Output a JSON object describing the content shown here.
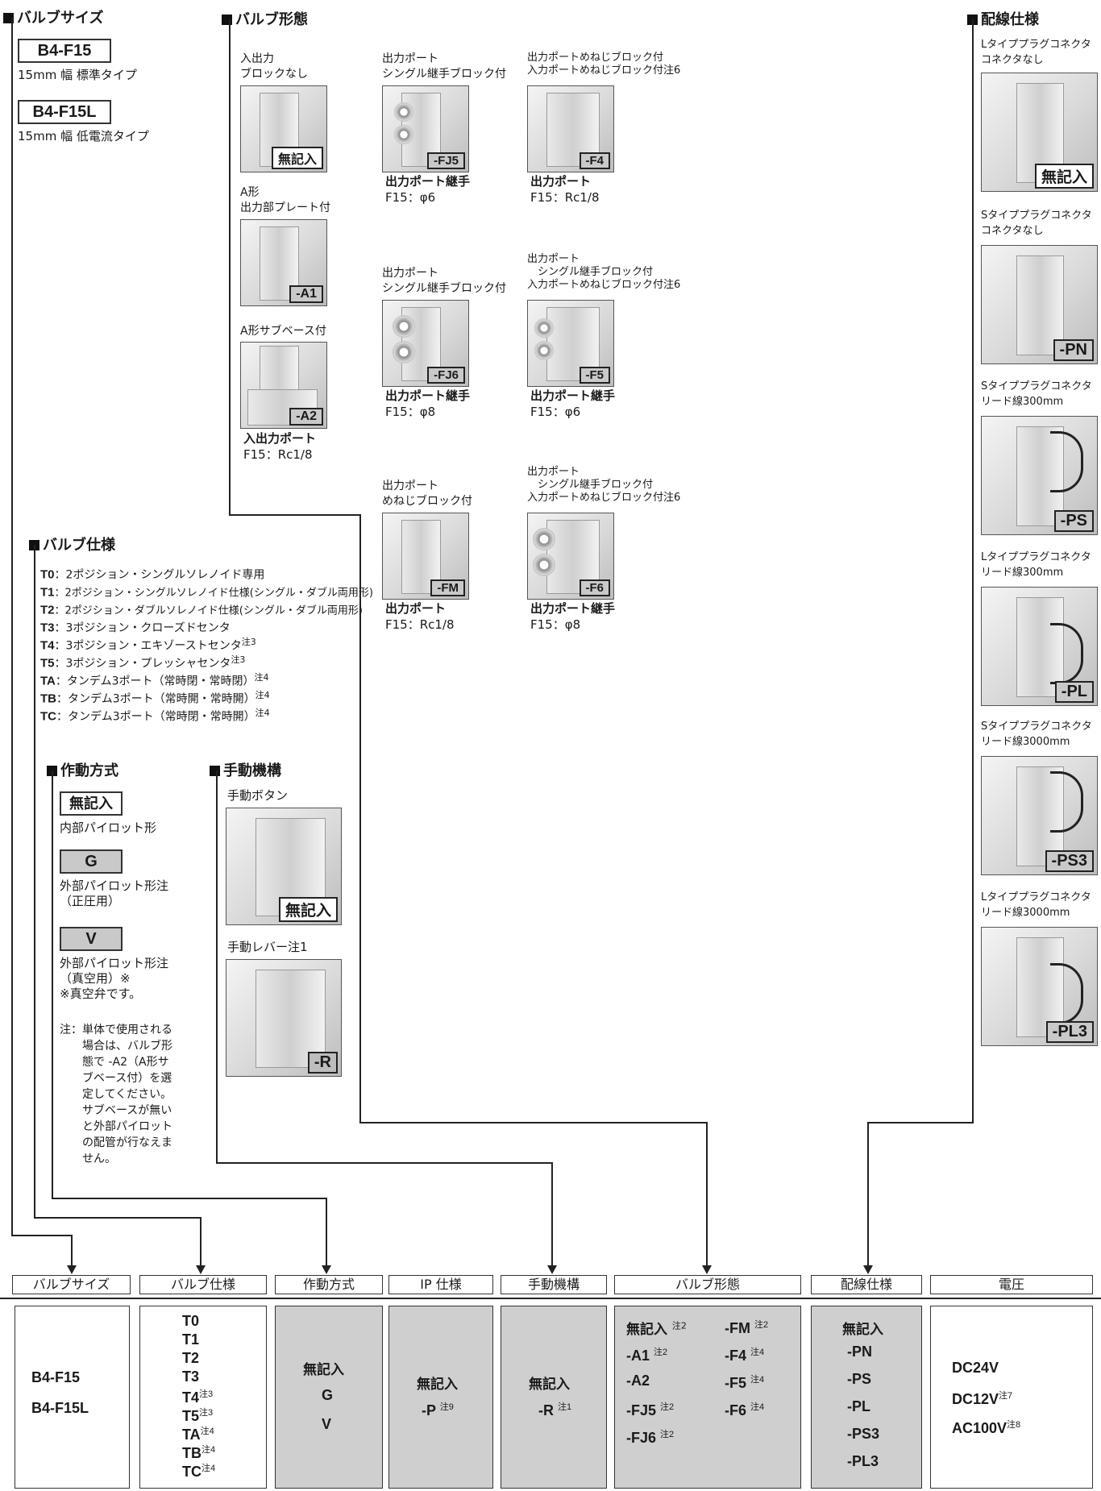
{
  "valve_size": {
    "title": "バルブサイズ",
    "items": [
      {
        "code": "B4-F15",
        "desc": "15mm 幅 標準タイプ"
      },
      {
        "code": "B4-F15L",
        "desc": "15mm 幅 低電流タイプ"
      }
    ]
  },
  "valve_form": {
    "title": "バルブ形態",
    "col1": [
      {
        "caption": "入出力\nブロックなし",
        "tag": "無記入"
      },
      {
        "caption": "A形\n出力部プレート付",
        "tag": "-A1"
      },
      {
        "caption": "A形サブベース付",
        "tag": "-A2",
        "port_label": "入出力ポート",
        "port_spec": "F15：Rc1/8"
      }
    ],
    "col2": [
      {
        "caption": "出力ポート\nシングル継手ブロック付",
        "tag": "-FJ5",
        "port_label": "出力ポート継手",
        "port_spec": "F15：φ6"
      },
      {
        "caption": "出力ポート\nシングル継手ブロック付",
        "tag": "-FJ6",
        "port_label": "出力ポート継手",
        "port_spec": "F15：φ8"
      },
      {
        "caption": "出力ポート\nめねじブロック付",
        "tag": "-FM",
        "port_label": "出力ポート",
        "port_spec": "F15：Rc1/8"
      }
    ],
    "col3": [
      {
        "caption": "出力ポートめねじブロック付\n入力ポートめねじブロック付注6",
        "tag": "-F4",
        "port_label": "出力ポート",
        "port_spec": "F15：Rc1/8"
      },
      {
        "caption": "出力ポート\n　シングル継手ブロック付\n入力ポートめねじブロック付注6",
        "tag": "-F5",
        "port_label": "出力ポート継手",
        "port_spec": "F15：φ6"
      },
      {
        "caption": "出力ポート\n　シングル継手ブロック付\n入力ポートめねじブロック付注6",
        "tag": "-F6",
        "port_label": "出力ポート継手",
        "port_spec": "F15：φ8"
      }
    ]
  },
  "wiring": {
    "title": "配線仕様",
    "items": [
      {
        "caption": "Lタイププラグコネクタ\nコネクタなし",
        "tag": "無記入"
      },
      {
        "caption": "Sタイププラグコネクタ\nコネクタなし",
        "tag": "-PN"
      },
      {
        "caption": "Sタイププラグコネクタ\nリード線300mm",
        "tag": "-PS"
      },
      {
        "caption": "Lタイププラグコネクタ\nリード線300mm",
        "tag": "-PL"
      },
      {
        "caption": "Sタイププラグコネクタ\nリード線3000mm",
        "tag": "-PS3"
      },
      {
        "caption": "Lタイププラグコネクタ\nリード線3000mm",
        "tag": "-PL3"
      }
    ]
  },
  "valve_spec": {
    "title": "バルブ仕様",
    "lines": [
      {
        "code": "T0",
        "text": "：2ポジション・シングルソレノイド専用",
        "note": ""
      },
      {
        "code": "T1",
        "text": "：2ポジション・シングルソレノイド仕様(シングル・ダブル両用形)",
        "note": ""
      },
      {
        "code": "T2",
        "text": "：2ポジション・ダブルソレノイド仕様(シングル・ダブル両用形)",
        "note": ""
      },
      {
        "code": "T3",
        "text": "：3ポジション・クローズドセンタ",
        "note": ""
      },
      {
        "code": "T4",
        "text": "：3ポジション・エキゾーストセンタ",
        "note": "注3"
      },
      {
        "code": "T5",
        "text": "：3ポジション・プレッシャセンタ",
        "note": "注3"
      },
      {
        "code": "TA",
        "text": "：タンデム3ポート（常時閉・常時閉）",
        "note": "注4"
      },
      {
        "code": "TB",
        "text": "：タンデム3ポート（常時開・常時開）",
        "note": "注4"
      },
      {
        "code": "TC",
        "text": "：タンデム3ポート（常時閉・常時開）",
        "note": "注4"
      }
    ]
  },
  "operation": {
    "title": "作動方式",
    "items": [
      {
        "code": "無記入",
        "desc": "内部パイロット形"
      },
      {
        "code": "G",
        "desc": "外部パイロット形注\n（正圧用）"
      },
      {
        "code": "V",
        "desc": "外部パイロット形注\n（真空用）※\n※真空弁です。"
      }
    ],
    "note": "注：単体で使用される\n　　場合は、バルブ形\n　　態で -A2（A形サ\n　　ブベース付）を選\n　　定してください。\n　　サブベースが無い\n　　と外部パイロット\n　　の配管が行なえま\n　　せん。"
  },
  "manual": {
    "title": "手動機構",
    "items": [
      {
        "caption": "手動ボタン",
        "tag": "無記入"
      },
      {
        "caption": "手動レバー注1",
        "tag": "-R"
      }
    ]
  },
  "code_table": {
    "headers": [
      "バルブサイズ",
      "バルブ仕様",
      "作動方式",
      "IP 仕様",
      "手動機構",
      "バルブ形態",
      "配線仕様",
      "電圧"
    ],
    "size": [
      "B4-F15",
      "B4-F15L"
    ],
    "spec": [
      {
        "code": "T0",
        "note": ""
      },
      {
        "code": "T1",
        "note": ""
      },
      {
        "code": "T2",
        "note": ""
      },
      {
        "code": "T3",
        "note": ""
      },
      {
        "code": "T4",
        "note": "注3"
      },
      {
        "code": "T5",
        "note": "注3"
      },
      {
        "code": "TA",
        "note": "注4"
      },
      {
        "code": "TB",
        "note": "注4"
      },
      {
        "code": "TC",
        "note": "注4"
      }
    ],
    "operation": [
      "無記入",
      "G",
      "V"
    ],
    "ip": [
      {
        "code": "無記入",
        "note": ""
      },
      {
        "code": "-P",
        "note": "注9"
      }
    ],
    "manual": [
      {
        "code": "無記入",
        "note": ""
      },
      {
        "code": "-R",
        "note": "注1"
      }
    ],
    "form_left": [
      {
        "code": "無記入",
        "note": "注2"
      },
      {
        "code": "-A1",
        "note": "注2"
      },
      {
        "code": "-A2",
        "note": ""
      },
      {
        "code": "-FJ5",
        "note": "注2"
      },
      {
        "code": "-FJ6",
        "note": "注2"
      }
    ],
    "form_right": [
      {
        "code": "-FM",
        "note": "注2"
      },
      {
        "code": "-F4",
        "note": "注4"
      },
      {
        "code": "-F5",
        "note": "注4"
      },
      {
        "code": "-F6",
        "note": "注4"
      }
    ],
    "wiring": [
      "無記入",
      "-PN",
      "-PS",
      "-PL",
      "-PS3",
      "-PL3"
    ],
    "voltage": [
      {
        "code": "DC24V",
        "note": ""
      },
      {
        "code": "DC12V",
        "note": "注7"
      },
      {
        "code": "AC100V",
        "note": "注8"
      }
    ]
  }
}
